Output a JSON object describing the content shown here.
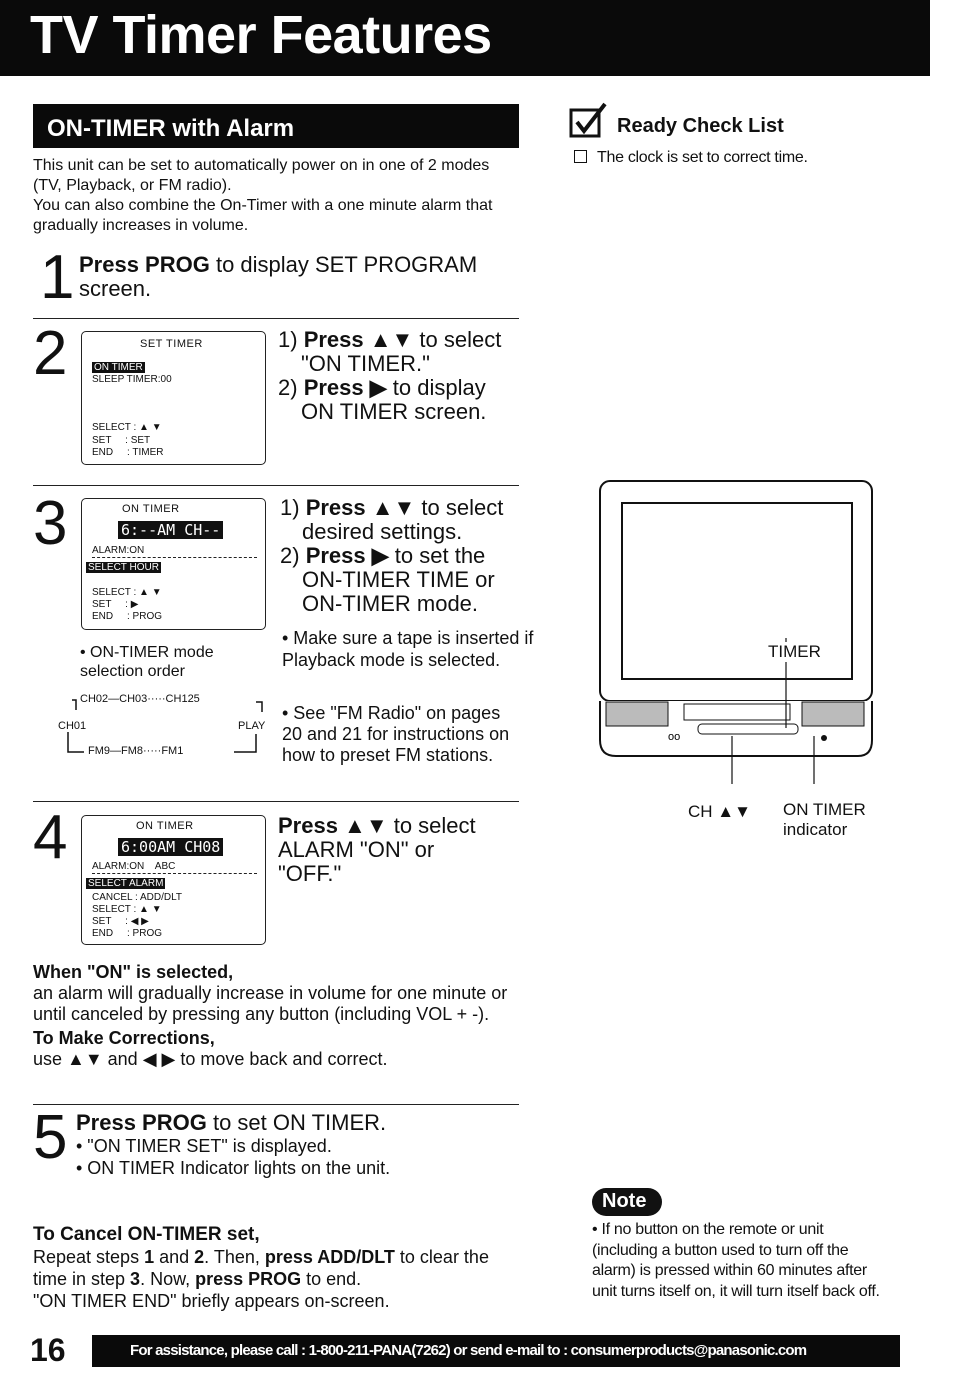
{
  "header": {
    "title": "TV Timer Features"
  },
  "section": {
    "title": "ON-TIMER with Alarm"
  },
  "intro": {
    "p1": "This unit can be set to automatically power on in one of 2 modes (TV, Playback, or FM radio).",
    "p2": "You can also combine the On-Timer with a one minute alarm that gradually increases in volume."
  },
  "step1": {
    "num": "1",
    "bold": "Press PROG",
    "text": " to display SET PROGRAM screen."
  },
  "step2": {
    "num": "2",
    "screen": {
      "title": "SET TIMER",
      "line1": "ON TIMER",
      "line2": "SLEEP TIMER:00",
      "sel": "SELECT : ▲ ▼",
      "set": "SET     : SET",
      "end": "END     : TIMER"
    },
    "i1_num": "1)",
    "i1_bold": "Press ▲▼",
    "i1_text": " to select",
    "i1_cont": "\"ON TIMER.\"",
    "i2_num": "2)",
    "i2_bold": "Press ▶",
    "i2_text": " to display",
    "i2_cont": "ON TIMER screen."
  },
  "step3": {
    "num": "3",
    "screen": {
      "title": "ON TIMER",
      "lcd": "6:--AM CH--",
      "alarm": "ALARM:ON",
      "hl": "SELECT HOUR",
      "sel": "SELECT : ▲ ▼",
      "set": "SET     : ▶",
      "end": "END     : PROG"
    },
    "i1_num": "1)",
    "i1_bold": "Press ▲▼",
    "i1_text": " to select",
    "i1_cont": "desired settings.",
    "i2_num": "2)",
    "i2_bold": "Press ▶",
    "i2_text": " to set the",
    "i2_cont1": "ON-TIMER TIME or",
    "i2_cont2": "ON-TIMER mode.",
    "bullet1": "• Make sure a tape is inserted if Playback mode is selected.",
    "bullet2": "• See \"FM Radio\" on pages 20 and 21 for instructions on how to preset FM stations.",
    "mode_note": "• ON-TIMER mode selection order",
    "order": {
      "top": "CH02—CH03·····CH125",
      "left": "CH01",
      "right": "PLAY",
      "bottom": "FM9—FM8·····FM1"
    }
  },
  "step4": {
    "num": "4",
    "screen": {
      "title": "ON TIMER",
      "lcd": "6:00AM CH08",
      "alarm": "ALARM:ON    ABC",
      "hl": "SELECT ALARM",
      "cancel": "CANCEL : ADD/DLT",
      "sel": "SELECT : ▲ ▼",
      "set": "SET     : ◀ ▶",
      "end": "END     : PROG"
    },
    "bold": "Press ▲▼",
    "text": " to select",
    "cont1": "ALARM \"ON\" or",
    "cont2": "\"OFF.\""
  },
  "when_on": {
    "title": "When \"ON\" is selected,",
    "text": "an alarm will gradually increase in volume for one minute or until canceled by pressing any button (including VOL + -)."
  },
  "corrections": {
    "title": "To Make Corrections,",
    "text": "use ▲▼ and ◀ ▶ to move back and correct."
  },
  "step5": {
    "num": "5",
    "bold": "Press PROG",
    "text": " to set ON TIMER.",
    "b1": "• \"ON TIMER SET\" is displayed.",
    "b2": "• ON TIMER Indicator lights on the unit."
  },
  "cancel": {
    "title": "To Cancel ON-TIMER set,",
    "t1": "Repeat steps ",
    "t1b": "1",
    "t2": " and ",
    "t2b": "2",
    "t3": ". Then, ",
    "t3b": "press ADD/DLT",
    "t4": " to clear the time in step ",
    "t4b": "3",
    "t5": ". Now, ",
    "t5b": "press PROG",
    "t6": " to end.",
    "t7": "\"ON TIMER END\"  briefly appears on-screen."
  },
  "ready": {
    "title": "Ready Check List",
    "item1": "The clock is set to correct time."
  },
  "tv": {
    "timer_label": "TIMER",
    "ch_label": "CH ▲▼",
    "on_timer_label1": "ON TIMER",
    "on_timer_label2": "indicator"
  },
  "note": {
    "badge": "Note",
    "text": "• If no button on the remote or unit (including a button used to turn off the alarm) is pressed within 60 minutes after unit turns itself on, it will turn itself back off."
  },
  "footer": {
    "page": "16",
    "text": "For assistance, please call : 1-800-211-PANA(7262) or send e-mail to : consumerproducts@panasonic.com"
  }
}
